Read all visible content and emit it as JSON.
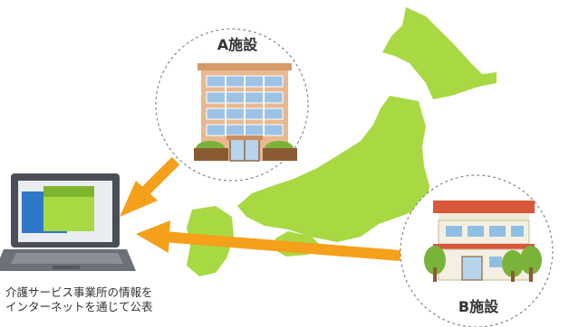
{
  "facility_a": {
    "label": "A施設"
  },
  "facility_b": {
    "label": "B施設"
  },
  "caption": {
    "line1": "介護サービス事業所の情報を",
    "line2": "インターネットを通じて公表"
  },
  "colors": {
    "japan_map": "#a8d943",
    "arrow": "#f5a01a",
    "laptop_body": "#4a4f57",
    "screen_blue": "#2f78c8",
    "building_a": "#e8b991",
    "building_b_roof": "#d9573b",
    "tree": "#79b33a"
  }
}
